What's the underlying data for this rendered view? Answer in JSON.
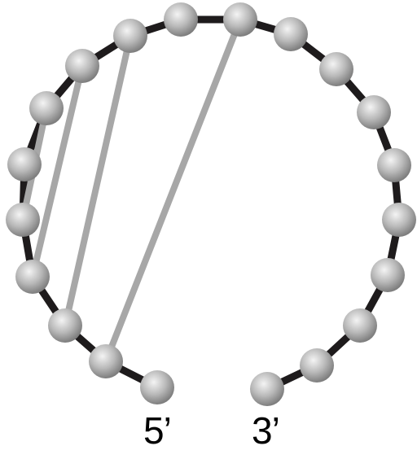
{
  "labels": {
    "five_prime": "5’",
    "three_prime": "3’"
  },
  "colors": {
    "backbone": "#1e1b1c",
    "pair_link": "#a7a7a7",
    "bead_light": "#f4f4f4",
    "bead_mid": "#b9b9b9",
    "bead_dark": "#7e7e7e",
    "label": "#000000"
  },
  "bead_count": 20,
  "pair_links": [
    [
      4,
      6
    ],
    [
      3,
      7
    ],
    [
      2,
      8
    ],
    [
      1,
      10
    ]
  ]
}
